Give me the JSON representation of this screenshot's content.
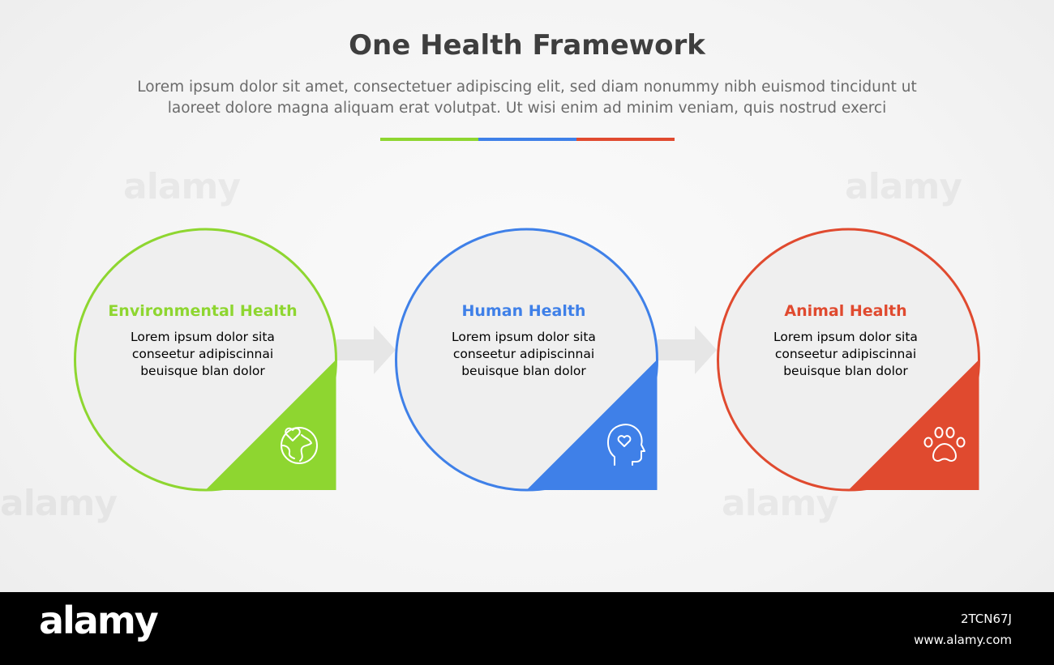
{
  "header": {
    "title": "One Health Framework",
    "subtitle_line1": "Lorem ipsum dolor sit amet, consectetuer adipiscing elit, sed diam nonummy nibh euismod tincidunt ut",
    "subtitle_line2": "laoreet dolore magna aliquam erat volutpat. Ut wisi enim ad minim veniam, quis nostrud exerci"
  },
  "colors": {
    "green": "#8ed630",
    "blue": "#3f80e8",
    "red": "#e04a2f",
    "circle_fill": "#efefef",
    "arrow": "#e6e6e6"
  },
  "stages": [
    {
      "title": "Environmental Health",
      "desc_line1": "Lorem ipsum dolor sita",
      "desc_line2": "conseetur adipiscinnai",
      "desc_line3": "beuisque blan dolor",
      "icon": "globe-heart-icon",
      "color": "#8ed630"
    },
    {
      "title": "Human Health",
      "desc_line1": "Lorem ipsum dolor sita",
      "desc_line2": "conseetur adipiscinnai",
      "desc_line3": "beuisque blan dolor",
      "icon": "head-heart-icon",
      "color": "#3f80e8"
    },
    {
      "title": "Animal Health",
      "desc_line1": "Lorem ipsum dolor sita",
      "desc_line2": "conseetur adipiscinnai",
      "desc_line3": "beuisque blan dolor",
      "icon": "paw-icon",
      "color": "#e04a2f"
    }
  ],
  "watermark": {
    "text": "alamy",
    "image_id": "2TCN67J",
    "url": "www.alamy.com"
  }
}
